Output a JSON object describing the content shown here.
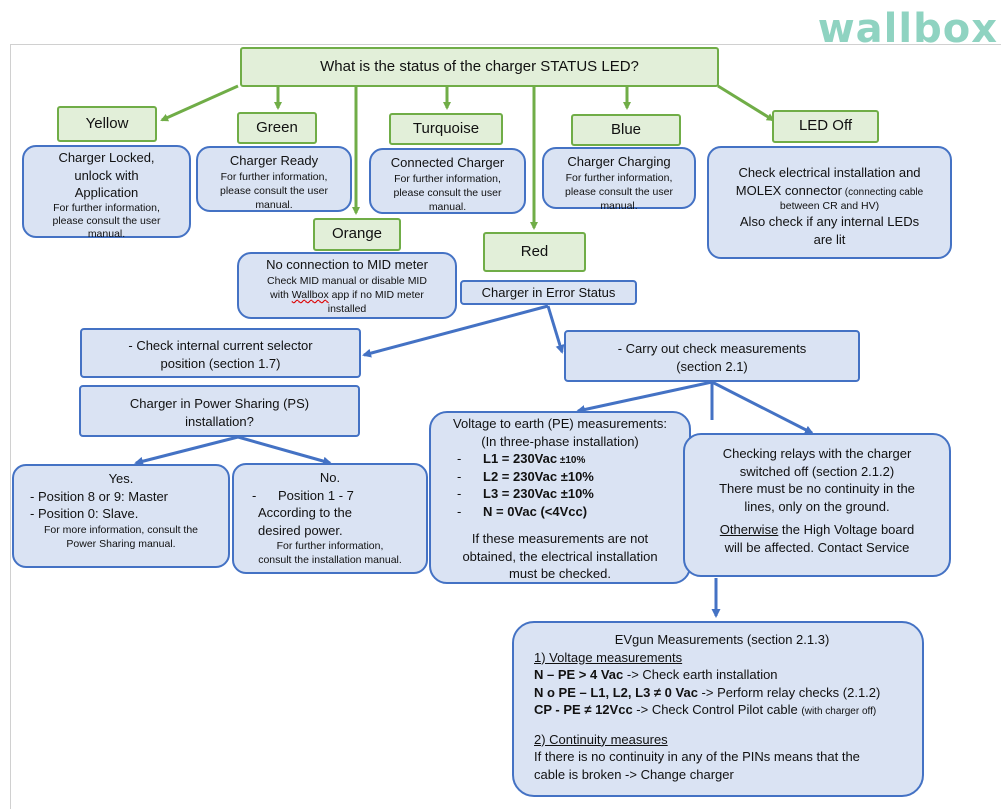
{
  "logo": "wallbox",
  "question": "What is the status of the charger STATUS LED?",
  "yellow": {
    "label": "Yellow",
    "title1": "Charger Locked,",
    "title2": "unlock with",
    "title3": "Application",
    "note1": "For further information,",
    "note2": "please consult the user",
    "note3": "manual."
  },
  "green": {
    "label": "Green",
    "title": "Charger Ready",
    "note1": "For further information,",
    "note2": "please consult the user",
    "note3": "manual."
  },
  "turquoise": {
    "label": "Turquoise",
    "title": "Connected Charger",
    "note1": "For further information,",
    "note2": "please consult the user",
    "note3": "manual."
  },
  "blue": {
    "label": "Blue",
    "title": "Charger Charging",
    "note1": "For further information,",
    "note2": "please consult the user",
    "note3": "manual."
  },
  "ledoff": {
    "label": "LED Off",
    "line1": "Check electrical installation and",
    "line2a": "MOLEX connector",
    "line2b": " (connecting cable",
    "line3": "between CR and HV)",
    "line4": "Also check if any internal LEDs",
    "line5": "are lit"
  },
  "orange": {
    "label": "Orange",
    "title": "No connection to MID meter",
    "note1": "Check MID manual or disable MID",
    "note2a": "with ",
    "note2b": "Wallbox",
    "note2c": " app if no MID meter",
    "note3": "installed"
  },
  "red": {
    "label": "Red",
    "error": "Charger in Error Status"
  },
  "selector": {
    "line1": "- Check internal current selector",
    "line2": "position (section 1.7)"
  },
  "measure": {
    "line1": "- Carry out check measurements",
    "line2": "(section 2.1)"
  },
  "ps": {
    "line1": "Charger in Power Sharing (PS)",
    "line2": "installation?"
  },
  "yes": {
    "title": "Yes.",
    "line1": "- Position 8 or 9: Master",
    "line2": "- Position 0: Slave.",
    "note1": "For more information, consult the",
    "note2": "Power Sharing manual."
  },
  "no": {
    "title": "No.",
    "line1": "-      Position 1 - 7",
    "line2": "According to the",
    "line3": "desired power.",
    "note1": "For further information,",
    "note2": "consult the installation manual."
  },
  "voltage": {
    "line1": "Voltage to earth (PE) measurements:",
    "line2": "(In three-phase installation)",
    "items": [
      {
        "key": "L1 = 230Vac",
        "tol": " ±10%"
      },
      {
        "key": "L2 = 230Vac ±10%",
        "tol": ""
      },
      {
        "key": "L3 = 230Vac ±10%",
        "tol": ""
      },
      {
        "key": "N = 0Vac (<4Vcc)",
        "tol": ""
      }
    ],
    "foot1": "If these measurements are not",
    "foot2": "obtained, the electrical installation",
    "foot3": "must be checked."
  },
  "relays": {
    "line1": "Checking relays with the charger",
    "line2": "switched off (section 2.1.2)",
    "line3": "There must be no continuity in the",
    "line4": "lines, only on the ground.",
    "line5a": "Otherwise",
    "line5b": " the High Voltage board",
    "line6": "will be affected. Contact Service"
  },
  "evgun": {
    "title": "EVgun Measurements (section 2.1.3)",
    "sec1": "1) Voltage measurements",
    "r1a": "N – PE > 4 Vac",
    "r1b": " -> Check earth installation",
    "r2a": "N o PE – L1, L2, L3 ≠ 0 Vac",
    "r2b": " -> Perform relay checks (2.1.2)",
    "r3a": "CP - PE ≠ 12Vcc",
    "r3b": " -> Check Control Pilot cable ",
    "r3c": "(with charger off)",
    "sec2": "2) Continuity measures",
    "c1": "If there is no continuity in any of the PINs means that the",
    "c2": "cable is broken -> Change charger"
  }
}
